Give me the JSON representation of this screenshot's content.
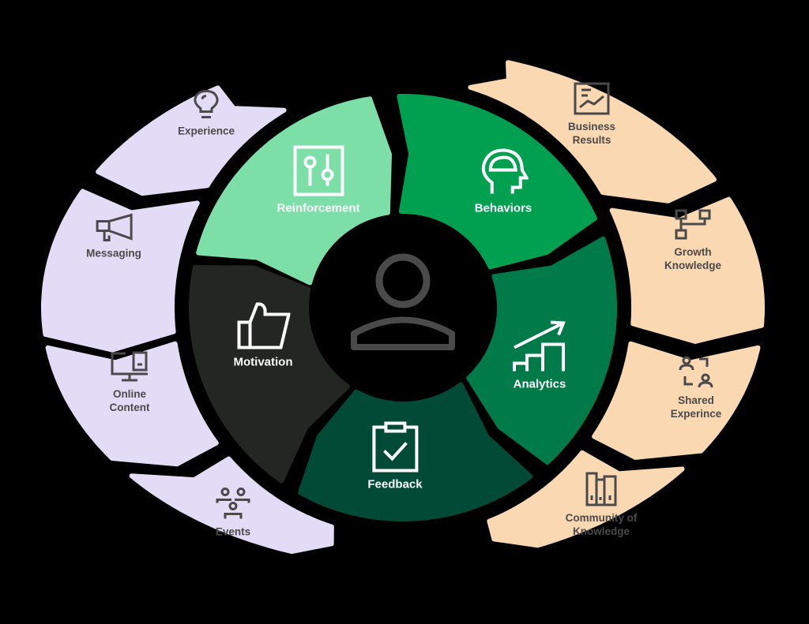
{
  "colors": {
    "background": "#000000",
    "lavender": "#e3dcf7",
    "peach": "#fad8b2",
    "reinforcement": "#7ddfa8",
    "behaviors": "#00a050",
    "analytics": "#007a48",
    "feedback": "#004a36",
    "motivation": "#232622"
  },
  "center": {
    "icon": "person-icon"
  },
  "inner_ring": [
    {
      "label": "Reinforcement",
      "icon": "sliders-icon"
    },
    {
      "label": "Behaviors",
      "icon": "head-brain-icon"
    },
    {
      "label": "Analytics",
      "icon": "growth-chart-icon"
    },
    {
      "label": "Feedback",
      "icon": "clipboard-check-icon"
    },
    {
      "label": "Motivation",
      "icon": "thumbs-up-icon"
    }
  ],
  "outer_left": [
    {
      "label": "Experience",
      "icon": "lightbulb-icon"
    },
    {
      "label": "Messaging",
      "icon": "megaphone-icon"
    },
    {
      "label": "Online Content",
      "icon": "computer-icon"
    },
    {
      "label": "Events",
      "icon": "group-icon"
    }
  ],
  "outer_right": [
    {
      "label": "Business Results",
      "icon": "chart-board-icon"
    },
    {
      "label": "Growth Knowledge",
      "icon": "hierarchy-icon"
    },
    {
      "label": "Shared Experince",
      "icon": "people-exchange-icon"
    },
    {
      "label": "Community of Knowledge",
      "icon": "books-icon"
    }
  ]
}
